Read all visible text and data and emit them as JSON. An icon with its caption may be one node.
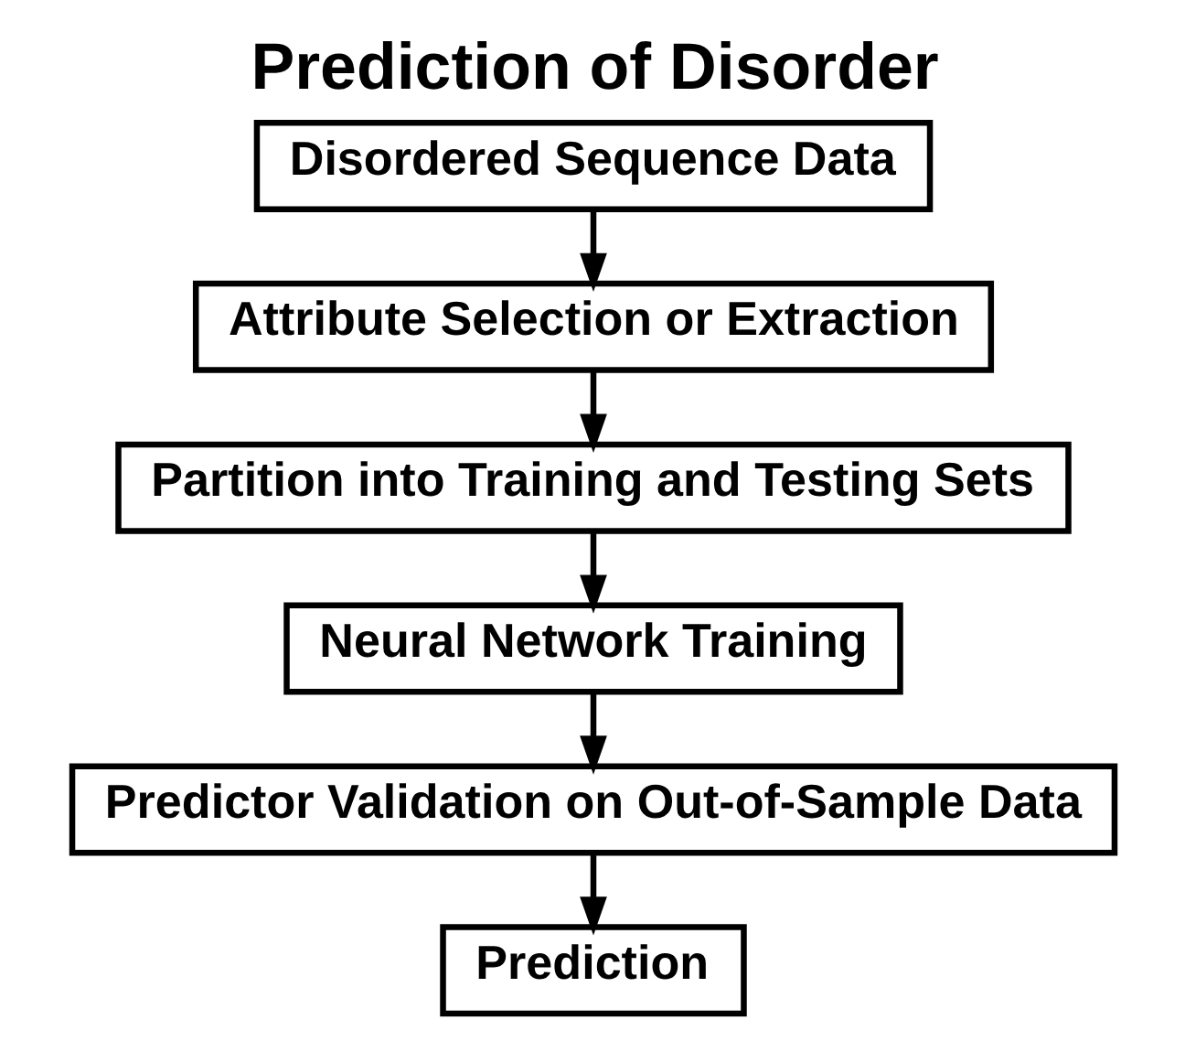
{
  "diagram": {
    "title": "Prediction of Disorder",
    "nodes": [
      {
        "text": [
          "Disordered Sequence Data"
        ]
      },
      {
        "text": [
          "Attribute Selection or Extraction"
        ]
      },
      {
        "text": [
          "Partition into Training and Testing Sets"
        ]
      },
      {
        "text": [
          "Neural Network Training"
        ]
      },
      {
        "text": [
          "Predictor Validation on Out-of-Sample Data"
        ]
      },
      {
        "text": [
          "Prediction"
        ]
      }
    ],
    "edges": [
      {
        "from": 0,
        "to": 1,
        "arrow": "to"
      },
      {
        "from": 1,
        "to": 2,
        "arrow": "to"
      },
      {
        "from": 2,
        "to": 3,
        "arrow": "to"
      },
      {
        "from": 3,
        "to": 4,
        "arrow": "to"
      },
      {
        "from": 4,
        "to": 5,
        "arrow": "to"
      }
    ]
  }
}
